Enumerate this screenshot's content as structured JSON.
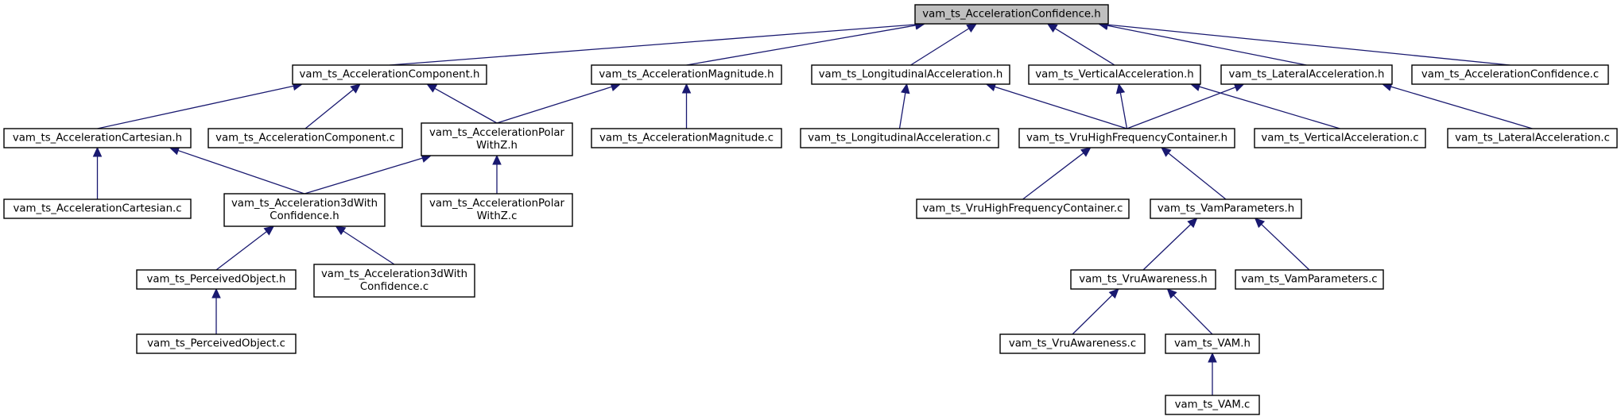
{
  "nodes": {
    "root": [
      "vam_ts_AccelerationConfidence.h"
    ],
    "acc_comp_h": [
      "vam_ts_AccelerationComponent.h"
    ],
    "acc_mag_h": [
      "vam_ts_AccelerationMagnitude.h"
    ],
    "long_acc_h": [
      "vam_ts_LongitudinalAcceleration.h"
    ],
    "vert_acc_h": [
      "vam_ts_VerticalAcceleration.h"
    ],
    "lat_acc_h": [
      "vam_ts_LateralAcceleration.h"
    ],
    "acc_conf_c": [
      "vam_ts_AccelerationConfidence.c"
    ],
    "acc_cart_h": [
      "vam_ts_AccelerationCartesian.h"
    ],
    "acc_comp_c": [
      "vam_ts_AccelerationComponent.c"
    ],
    "acc_polar_h": [
      "vam_ts_AccelerationPolar",
      "WithZ.h"
    ],
    "acc_mag_c": [
      "vam_ts_AccelerationMagnitude.c"
    ],
    "long_acc_c": [
      "vam_ts_LongitudinalAcceleration.c"
    ],
    "vru_hfc_h": [
      "vam_ts_VruHighFrequencyContainer.h"
    ],
    "vert_acc_c": [
      "vam_ts_VerticalAcceleration.c"
    ],
    "lat_acc_c": [
      "vam_ts_LateralAcceleration.c"
    ],
    "acc_cart_c": [
      "vam_ts_AccelerationCartesian.c"
    ],
    "acc_3d_h": [
      "vam_ts_Acceleration3dWith",
      "Confidence.h"
    ],
    "acc_polar_c": [
      "vam_ts_AccelerationPolar",
      "WithZ.c"
    ],
    "vru_hfc_c": [
      "vam_ts_VruHighFrequencyContainer.c"
    ],
    "vam_params_h": [
      "vam_ts_VamParameters.h"
    ],
    "perc_obj_h": [
      "vam_ts_PerceivedObject.h"
    ],
    "acc_3d_c": [
      "vam_ts_Acceleration3dWith",
      "Confidence.c"
    ],
    "vru_aware_h": [
      "vam_ts_VruAwareness.h"
    ],
    "vam_params_c": [
      "vam_ts_VamParameters.c"
    ],
    "perc_obj_c": [
      "vam_ts_PerceivedObject.c"
    ],
    "vru_aware_c": [
      "vam_ts_VruAwareness.c"
    ],
    "vam_h": [
      "vam_ts_VAM.h"
    ],
    "vam_c": [
      "vam_ts_VAM.c"
    ]
  },
  "edges": [
    [
      "acc_comp_h",
      "root"
    ],
    [
      "acc_mag_h",
      "root"
    ],
    [
      "long_acc_h",
      "root"
    ],
    [
      "vert_acc_h",
      "root"
    ],
    [
      "lat_acc_h",
      "root"
    ],
    [
      "acc_conf_c",
      "root"
    ],
    [
      "acc_cart_h",
      "acc_comp_h"
    ],
    [
      "acc_comp_c",
      "acc_comp_h"
    ],
    [
      "acc_polar_h",
      "acc_comp_h"
    ],
    [
      "acc_polar_h",
      "acc_mag_h"
    ],
    [
      "acc_mag_c",
      "acc_mag_h"
    ],
    [
      "long_acc_c",
      "long_acc_h"
    ],
    [
      "vru_hfc_h",
      "long_acc_h"
    ],
    [
      "vru_hfc_h",
      "vert_acc_h"
    ],
    [
      "vert_acc_c",
      "vert_acc_h"
    ],
    [
      "vru_hfc_h",
      "lat_acc_h"
    ],
    [
      "lat_acc_c",
      "lat_acc_h"
    ],
    [
      "acc_cart_c",
      "acc_cart_h"
    ],
    [
      "acc_3d_h",
      "acc_cart_h"
    ],
    [
      "acc_3d_h",
      "acc_polar_h"
    ],
    [
      "acc_polar_c",
      "acc_polar_h"
    ],
    [
      "vru_hfc_c",
      "vru_hfc_h"
    ],
    [
      "vam_params_h",
      "vru_hfc_h"
    ],
    [
      "perc_obj_h",
      "acc_3d_h"
    ],
    [
      "acc_3d_c",
      "acc_3d_h"
    ],
    [
      "vru_aware_h",
      "vam_params_h"
    ],
    [
      "vam_params_c",
      "vam_params_h"
    ],
    [
      "perc_obj_c",
      "perc_obj_h"
    ],
    [
      "vru_aware_c",
      "vru_aware_h"
    ],
    [
      "vam_h",
      "vru_aware_h"
    ],
    [
      "vam_c",
      "vam_h"
    ]
  ],
  "colors": {
    "root_fill": "#bfbfbf",
    "node_fill": "#ffffff",
    "border": "#000000",
    "edge": "#191970"
  }
}
